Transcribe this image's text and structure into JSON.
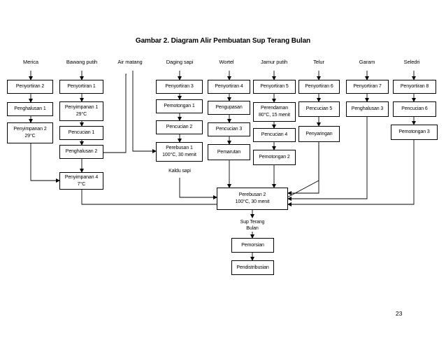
{
  "title": "Gambar 2. Diagram Alir Pembuatan Sup Terang Bulan",
  "page_number": "23",
  "ingredients": {
    "merica": "Merica",
    "bawang_putih": "Bawang putih",
    "air_matang": "Air matang",
    "daging_sapi": "Daging sapi",
    "wortel": "Wortel",
    "jamur_putih": "Jamur putih",
    "telur": "Telur",
    "garam": "Garam",
    "seledri": "Seledri"
  },
  "steps": {
    "penyortiran_2": "Penyortiran 2",
    "penghalusan_1": "Penghalusan 1",
    "penyimpanan_2": {
      "line1": "Penyimpanan 2",
      "line2": "29°C"
    },
    "penyortiran_1": "Penyortiran 1",
    "penyimpanan_1": {
      "line1": "Penyimpanan 1",
      "line2": "29°C"
    },
    "pencucian_1": "Pencucian 1",
    "penghalusan_2": "Penghalusan 2",
    "penyimpanan_4": {
      "line1": "Penyimpanan 4",
      "line2": "7°C"
    },
    "penyortiran_3": "Penyortiran 3",
    "pemotongan_1": "Pemotongan 1",
    "pencucian_2": "Pencucian 2",
    "perebusan_1": {
      "line1": "Perebusan 1",
      "line2": "100°C, 30 menit"
    },
    "kaldu_sapi": "Kaldu sapi",
    "penyortiran_4": "Penyortiran 4",
    "pengupasan": "Pengupasan",
    "pencucian_3": "Pencucian 3",
    "pemarutan": "Pemarutan",
    "penyortiran_5": "Penyortiran 5",
    "perendaman": {
      "line1": "Perendaman",
      "line2": "80°C, 15 menit"
    },
    "pencucian_4": "Pencucian 4",
    "pemotongan_2": "Pemotongan 2",
    "penyortiran_6": "Penyortiran 6",
    "pencucian_5": "Pencucian 5",
    "penyaringan": "Penyaringan",
    "penyortiran_7": "Penyortiran 7",
    "penghalusan_3": "Penghalusan 3",
    "penyortiran_8": "Penyortiran 8",
    "pencucian_6": "Pencucian 6",
    "pemotongan_3": "Pemotongan 3",
    "perebusan_2": {
      "line1": "Perebusan 2",
      "line2": "100°C, 30 menit"
    },
    "sup_terang_bulan": {
      "line1": "Sup Terang",
      "line2": "Bulan"
    },
    "pemorsian": "Pemorsian",
    "pendistribusian": "Pendistribusian"
  }
}
